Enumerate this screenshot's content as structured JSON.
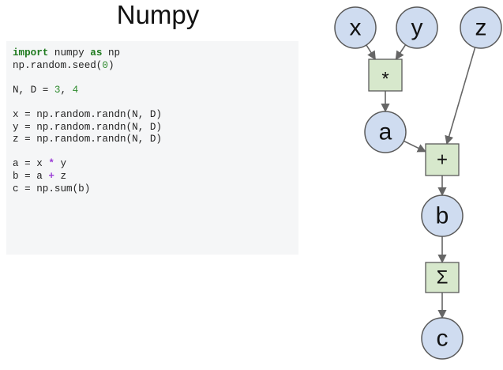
{
  "title": "Numpy",
  "code_lines": [
    [
      {
        "t": "import",
        "c": "kw"
      },
      {
        "t": " numpy "
      },
      {
        "t": "as",
        "c": "kw"
      },
      {
        "t": " np"
      }
    ],
    [
      {
        "t": "np.random.seed("
      },
      {
        "t": "0",
        "c": "num"
      },
      {
        "t": ")"
      }
    ],
    [],
    [
      {
        "t": "N, D = "
      },
      {
        "t": "3",
        "c": "num"
      },
      {
        "t": ", "
      },
      {
        "t": "4",
        "c": "num"
      }
    ],
    [],
    [
      {
        "t": "x = np.random.randn(N, D)"
      }
    ],
    [
      {
        "t": "y = np.random.randn(N, D)"
      }
    ],
    [
      {
        "t": "z = np.random.randn(N, D)"
      }
    ],
    [],
    [
      {
        "t": "a = x "
      },
      {
        "t": "*",
        "c": "op"
      },
      {
        "t": " y"
      }
    ],
    [
      {
        "t": "b = a "
      },
      {
        "t": "+",
        "c": "op"
      },
      {
        "t": " z"
      }
    ],
    [
      {
        "t": "c = np.sum(b)"
      }
    ]
  ],
  "graph": {
    "nodes": [
      {
        "id": "x",
        "label": "x",
        "shape": "circle"
      },
      {
        "id": "y",
        "label": "y",
        "shape": "circle"
      },
      {
        "id": "z",
        "label": "z",
        "shape": "circle"
      },
      {
        "id": "mul",
        "label": "*",
        "shape": "box"
      },
      {
        "id": "a",
        "label": "a",
        "shape": "circle"
      },
      {
        "id": "add",
        "label": "+",
        "shape": "box"
      },
      {
        "id": "b",
        "label": "b",
        "shape": "circle"
      },
      {
        "id": "sum",
        "label": "Σ",
        "shape": "box"
      },
      {
        "id": "c",
        "label": "c",
        "shape": "circle"
      }
    ],
    "edges": [
      [
        "x",
        "mul"
      ],
      [
        "y",
        "mul"
      ],
      [
        "mul",
        "a"
      ],
      [
        "a",
        "add"
      ],
      [
        "z",
        "add"
      ],
      [
        "add",
        "b"
      ],
      [
        "b",
        "sum"
      ],
      [
        "sum",
        "c"
      ]
    ]
  },
  "colors": {
    "circle_fill": "#cfdcf0",
    "box_fill": "#d7e8cc",
    "stroke": "#5a5a5a",
    "keyword": "#1e7a1e",
    "number": "#2e8b2e",
    "operator": "#9b3fd6"
  }
}
